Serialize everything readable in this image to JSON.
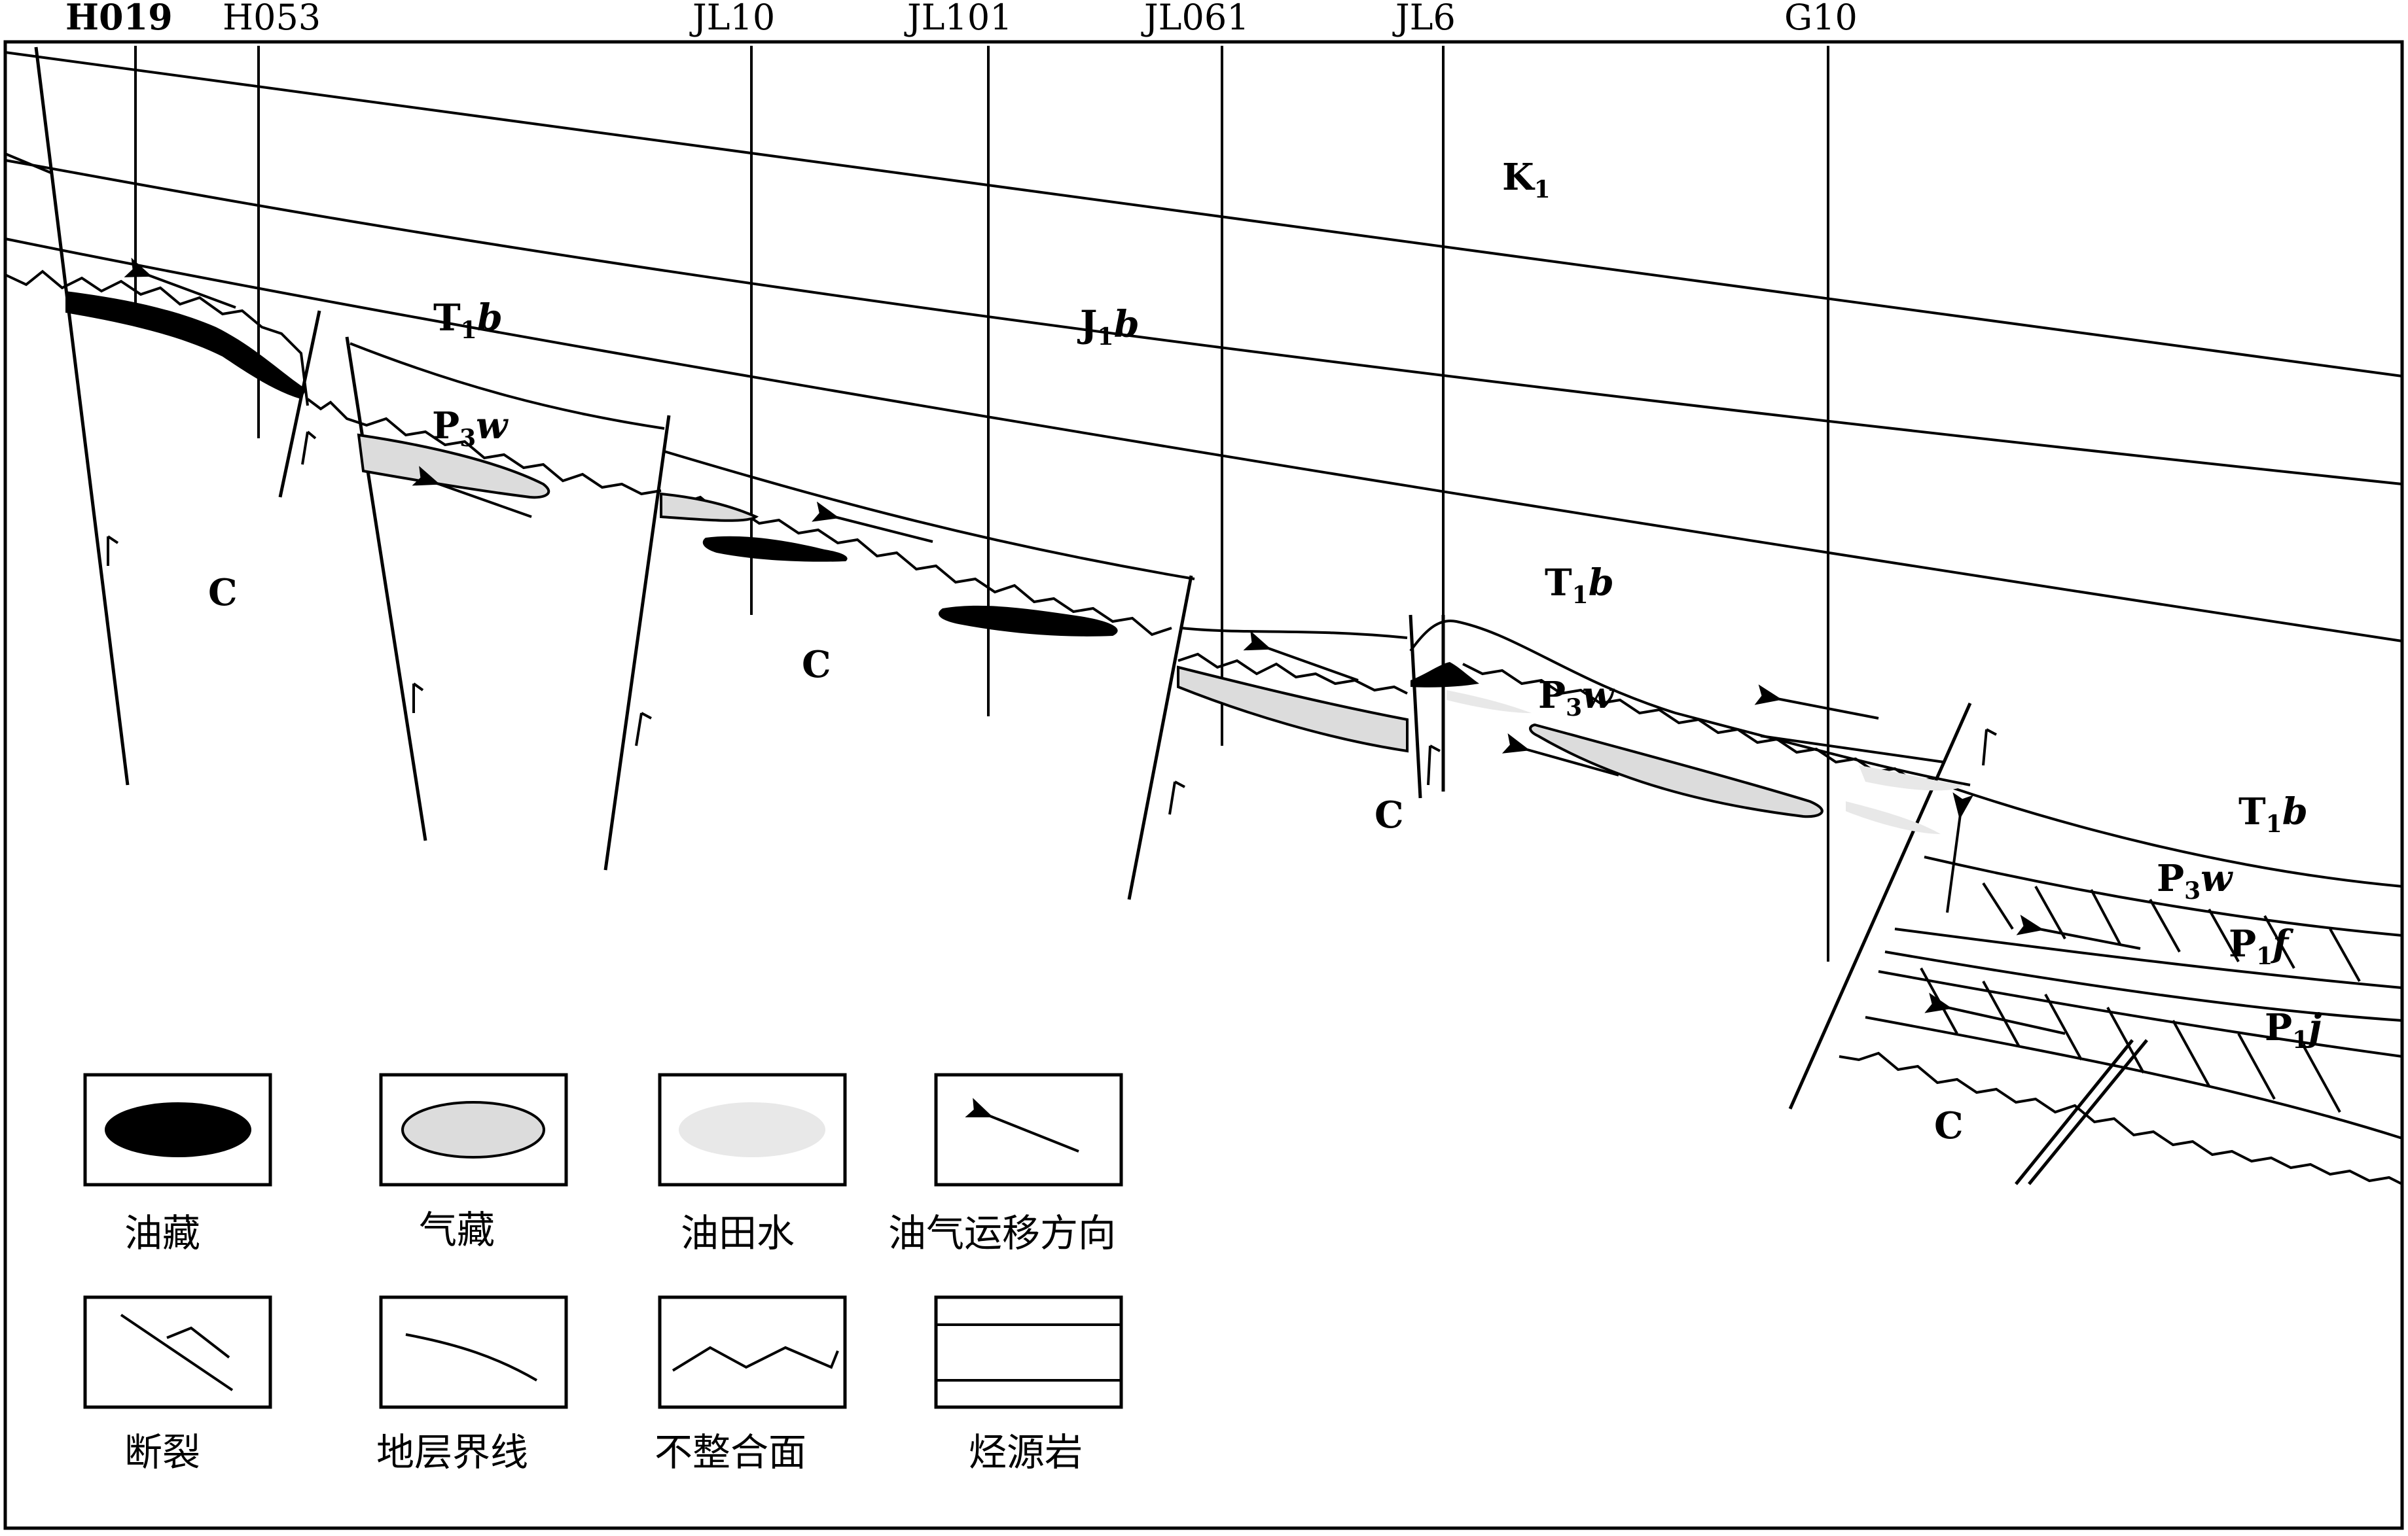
{
  "wells": [
    "H019",
    "H053",
    "JL10",
    "JL101",
    "JL061",
    "JL6",
    "G10"
  ],
  "strata": {
    "K1": {
      "main": "K",
      "sub": "1",
      "suffix": ""
    },
    "J1b": {
      "main": "J",
      "sub": "1",
      "suffix": "b"
    },
    "T1b": {
      "main": "T",
      "sub": "1",
      "suffix": "b"
    },
    "P3w": {
      "main": "P",
      "sub": "3",
      "suffix": "w"
    },
    "P1f": {
      "main": "P",
      "sub": "1",
      "suffix": "f"
    },
    "P1j": {
      "main": "P",
      "sub": "1",
      "suffix": "j"
    },
    "C": "C"
  },
  "legend": {
    "oil_reservoir": "油藏",
    "gas_reservoir": "气藏",
    "oilfield_water": "油田水",
    "migration_direction": "油气运移方向",
    "fault": "断裂",
    "stratum_boundary": "地层界线",
    "unconformity": "不整合面",
    "source_rock": "烃源岩"
  },
  "colors": {
    "oil": "#000000",
    "gas": "#dcdcdc",
    "water": "#e8e8e8",
    "line": "#000000"
  }
}
